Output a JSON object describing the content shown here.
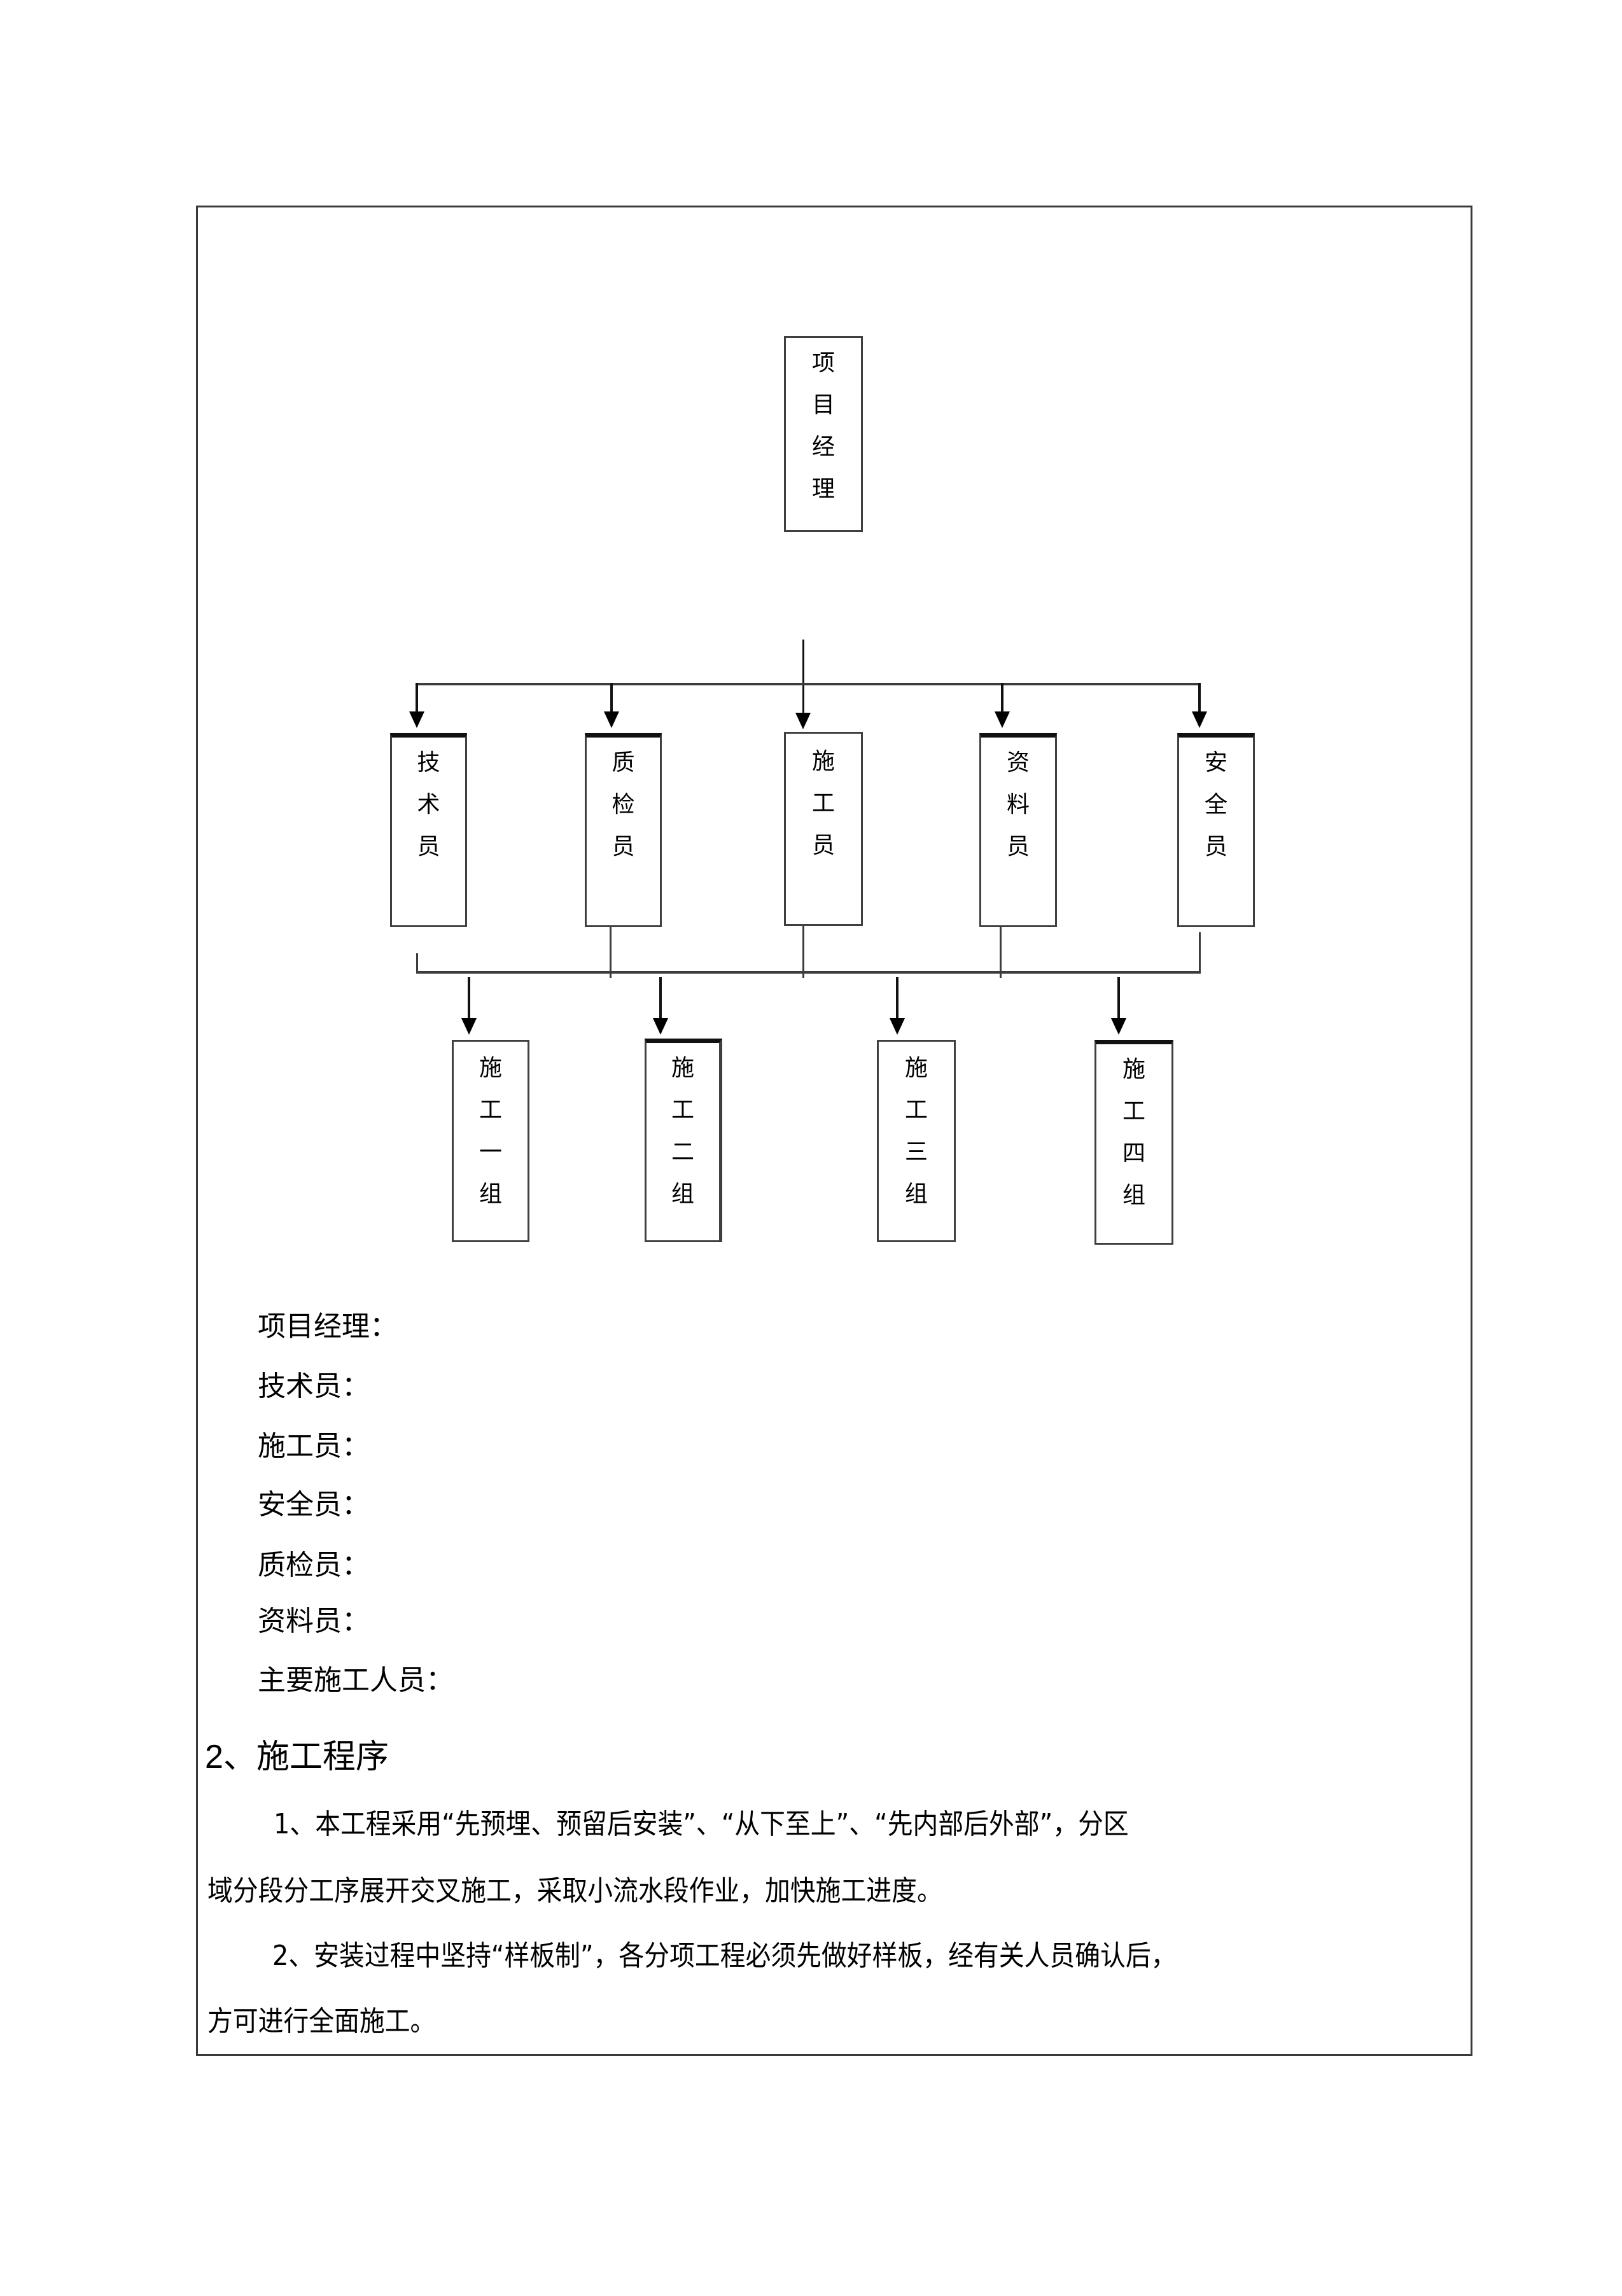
{
  "org_chart": {
    "top": {
      "label": "项目经理",
      "chars": [
        "项",
        "目",
        "经",
        "理"
      ]
    },
    "level1": [
      {
        "id": "tech",
        "label": "技术员",
        "chars": [
          "技",
          "术",
          "员"
        ]
      },
      {
        "id": "qc",
        "label": "质检员",
        "chars": [
          "质",
          "检",
          "员"
        ]
      },
      {
        "id": "construction",
        "label": "施工员",
        "chars": [
          "施",
          "工",
          "员"
        ]
      },
      {
        "id": "docs",
        "label": "资料员",
        "chars": [
          "资",
          "料",
          "员"
        ]
      },
      {
        "id": "safety",
        "label": "安全员",
        "chars": [
          "安",
          "全",
          "员"
        ]
      }
    ],
    "level2": [
      {
        "id": "team1",
        "label": "施工一组",
        "chars": [
          "施",
          "工",
          "一",
          "组"
        ]
      },
      {
        "id": "team2",
        "label": "施工二组",
        "chars": [
          "施",
          "工",
          "二",
          "组"
        ]
      },
      {
        "id": "team3",
        "label": "施工三组",
        "chars": [
          "施",
          "工",
          "三",
          "组"
        ]
      },
      {
        "id": "team4",
        "label": "施工四组",
        "chars": [
          "施",
          "工",
          "四",
          "组"
        ]
      }
    ]
  },
  "staff_list": [
    "项目经理：",
    "技术员：",
    "施工员：",
    "安全员：",
    "质检员：",
    "资料员：",
    "主要施工人员："
  ],
  "section": {
    "heading_number": "2、",
    "heading_text": "施工程序",
    "paragraphs": [
      {
        "lines": [
          "1、本工程采用“先预埋、预留后安装”、“从下至上”、“先内部后外部”，分区",
          "域分段分工序展开交叉施工，采取小流水段作业，加快施工进度。"
        ]
      },
      {
        "lines": [
          "2、安装过程中坚持“样板制”，各分项工程必须先做好样板，经有关人员确认后，",
          "方可进行全面施工。"
        ]
      }
    ]
  }
}
